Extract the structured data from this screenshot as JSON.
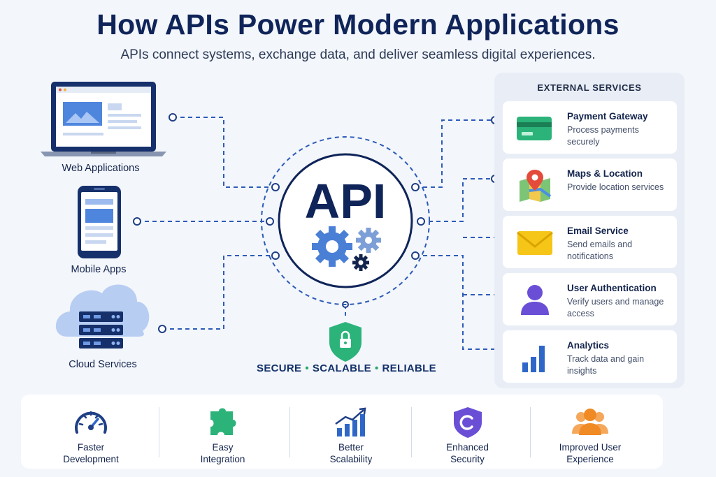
{
  "header": {
    "title": "How APIs Power Modern Applications",
    "subtitle": "APIs connect systems, exchange data, and deliver seamless digital experiences."
  },
  "hub": {
    "label": "API",
    "tagline": [
      "SECURE",
      "SCALABLE",
      "RELIABLE"
    ],
    "icons": [
      "gears-icon",
      "shield-lock-icon"
    ]
  },
  "clients": [
    {
      "label": "Web Applications",
      "icon": "laptop-icon"
    },
    {
      "label": "Mobile Apps",
      "icon": "smartphone-icon"
    },
    {
      "label": "Cloud Services",
      "icon": "cloud-server-icon"
    }
  ],
  "external": {
    "title": "EXTERNAL SERVICES",
    "services": [
      {
        "name": "Payment Gateway",
        "desc": "Process payments securely",
        "icon": "credit-card-icon"
      },
      {
        "name": "Maps & Location",
        "desc": "Provide location services",
        "icon": "map-pin-icon"
      },
      {
        "name": "Email Service",
        "desc": "Send emails and notifications",
        "icon": "envelope-icon"
      },
      {
        "name": "User Authentication",
        "desc": "Verify users and manage access",
        "icon": "user-icon"
      },
      {
        "name": "Analytics",
        "desc": "Track data and gain insights",
        "icon": "bar-chart-icon"
      }
    ]
  },
  "benefits": [
    {
      "line1": "Faster",
      "line2": "Development",
      "icon": "speedometer-icon"
    },
    {
      "line1": "Easy",
      "line2": "Integration",
      "icon": "puzzle-icon"
    },
    {
      "line1": "Better",
      "line2": "Scalability",
      "icon": "growth-chart-icon"
    },
    {
      "line1": "Enhanced",
      "line2": "Security",
      "icon": "shield-icon"
    },
    {
      "line1": "Improved User",
      "line2": "Experience",
      "icon": "users-icon"
    }
  ],
  "colors": {
    "navy": "#0f2459",
    "accent_blue": "#2f5fc0",
    "connector": "#2c5bb8",
    "green": "#2bb37a",
    "orange": "#f08a24",
    "purple": "#6a4fd6"
  }
}
